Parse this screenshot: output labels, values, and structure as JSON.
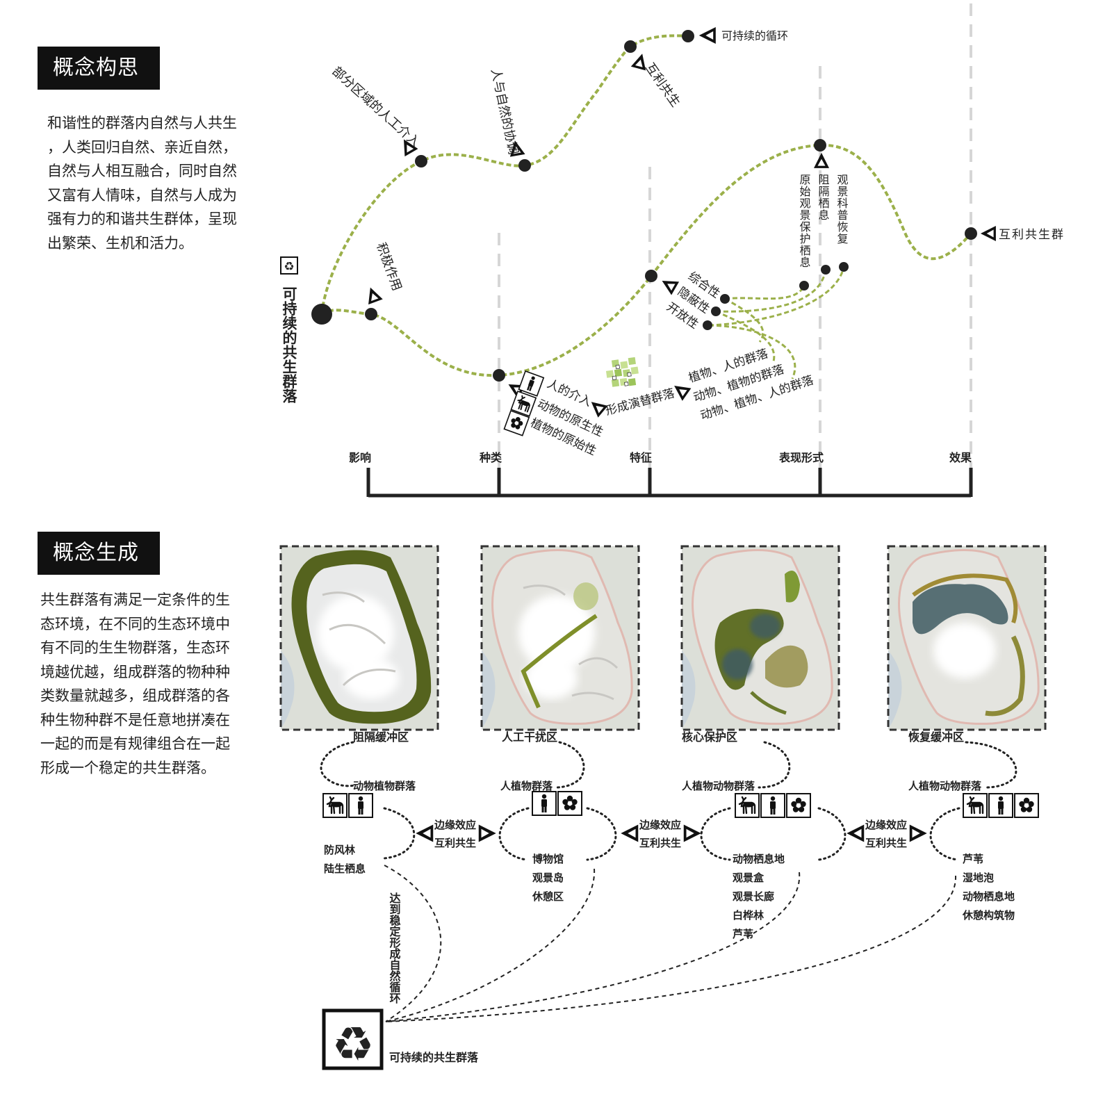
{
  "sections": {
    "concept_idea": {
      "title": "概念构思",
      "paragraph_lines": [
        "和谐性的群落内自然与人共生",
        "，人类回归自然、亲近自然，",
        "自然与人相互融合，同时自然",
        "又富有人情味，自然与人成为",
        "强有力的和谐共生群体，呈现",
        "出繁荣、生机和活力。"
      ]
    },
    "concept_generation": {
      "title": "概念生成",
      "paragraph_lines": [
        "共生群落有满足一定条件的生",
        "态环境，在不同的生态环境中",
        "有不同的生生物群落，生态环",
        "境越优越，组成群落的物种种",
        "类数量就越多，组成群落的各",
        "种生物种群不是任意地拼凑在",
        "一起的而是有规律组合在一起",
        "形成一个稳定的共生群落。"
      ]
    }
  },
  "top_diagram": {
    "start_label": "可持续的共生群落",
    "path_labels": {
      "positive": "积极作用",
      "partial": "部分区域的人工介入",
      "harmony": "人与自然的协调",
      "mutual": "互利共生",
      "cycle": "可持续的循环",
      "result": "互利共生群"
    },
    "types": [
      "人的介入",
      "动物的原生性",
      "植物的原始性"
    ],
    "features": [
      "综合性",
      "隐蔽性",
      "开放性"
    ],
    "succession_label": "形成演替群落",
    "communities": [
      "植物、人的群落",
      "动物、植物的群落",
      "动物、植物、人的群落"
    ],
    "forms": [
      "原始观景保护栖息",
      "阻隔栖息",
      "观景科普恢复"
    ],
    "axis_labels": [
      "影响",
      "种类",
      "特征",
      "表现形式",
      "效果"
    ]
  },
  "zones": [
    {
      "name": "阻隔缓冲区",
      "community": "动物植物群落",
      "icons": [
        "deer-icon",
        "person-icon"
      ],
      "items": [
        "防风林",
        "陆生栖息"
      ]
    },
    {
      "name": "人工干扰区",
      "community": "人植物群落",
      "icons": [
        "person-icon",
        "flower-icon"
      ],
      "items": [
        "博物馆",
        "观景岛",
        "休憩区"
      ]
    },
    {
      "name": "核心保护区",
      "community": "人植物动物群落",
      "icons": [
        "deer-icon",
        "person-icon",
        "flower-icon"
      ],
      "items": [
        "动物栖息地",
        "观景盒",
        "观景长廊",
        "白桦林",
        "芦苇"
      ]
    },
    {
      "name": "恢复缓冲区",
      "community": "人植物动物群落",
      "icons": [
        "deer-icon",
        "person-icon",
        "flower-icon"
      ],
      "items": [
        "芦苇",
        "湿地泡",
        "动物栖息地",
        "休憩构筑物"
      ]
    }
  ],
  "edge_effect": {
    "line1": "边缘效应",
    "line2": "互利共生"
  },
  "cycle_label": "达到稳定形成自然循环",
  "bottom_label": "可持续的共生群落",
  "colors": {
    "path_green": "#9bb04a",
    "green_dark": "#5d6b1f",
    "black": "#111111"
  }
}
